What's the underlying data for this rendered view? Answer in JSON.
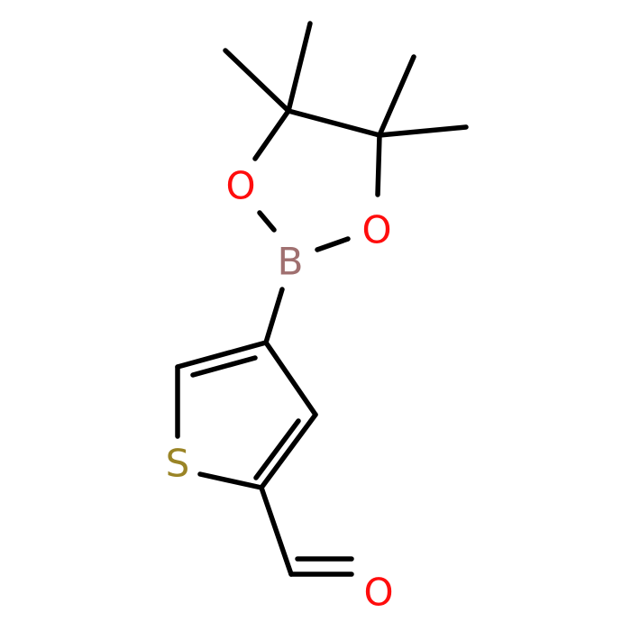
{
  "molecule": {
    "atoms": [
      {
        "id": "O1",
        "symbol": "O",
        "color": "#ff0d0d"
      },
      {
        "id": "O2",
        "symbol": "O",
        "color": "#ff0d0d"
      },
      {
        "id": "B",
        "symbol": "B",
        "color": "#a07070"
      },
      {
        "id": "S",
        "symbol": "S",
        "color": "#9a8426"
      },
      {
        "id": "O3",
        "symbol": "O",
        "color": "#ff0d0d"
      }
    ],
    "bond_color": "#000000"
  }
}
